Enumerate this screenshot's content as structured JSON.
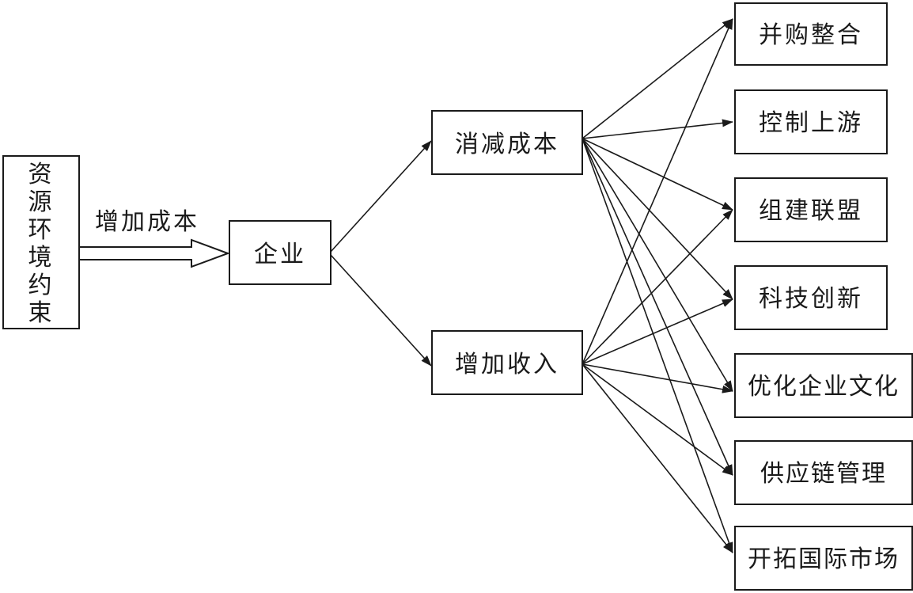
{
  "constraint": {
    "chars": [
      "资",
      "源",
      "环",
      "境",
      "约",
      "束"
    ]
  },
  "cost_label": "增加成本",
  "enterprise": "企业",
  "paths": {
    "reduce_cost": "消减成本",
    "increase_revenue": "增加收入"
  },
  "strategies": [
    "并购整合",
    "控制上游",
    "组建联盟",
    "科技创新",
    "优化企业文化",
    "供应链管理",
    "开拓国际市场"
  ],
  "colors": {
    "stroke": "#1a1a1a",
    "background": "#ffffff"
  }
}
